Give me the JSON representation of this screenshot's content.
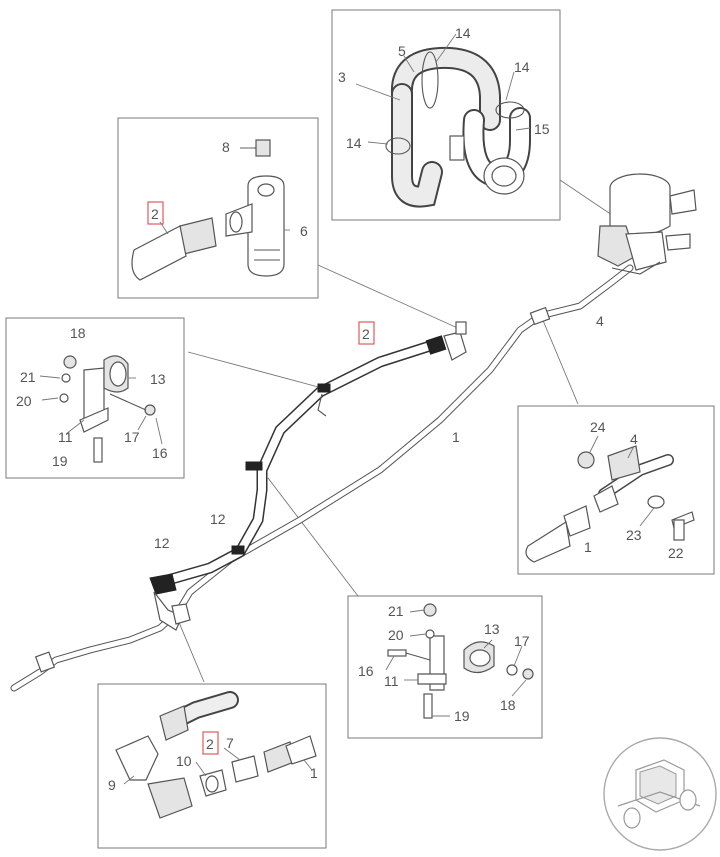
{
  "accent_color": "#e05a5a",
  "callouts": {
    "c14a": "14",
    "c5": "5",
    "c14b": "14",
    "c3": "3",
    "c14c": "14",
    "c15": "15",
    "c8": "8",
    "c2_top": "2",
    "c6": "6",
    "c2_main": "2",
    "c4_top": "4",
    "c18a": "18",
    "c21a": "21",
    "c13a": "13",
    "c20a": "20",
    "c11a": "11",
    "c17a": "17",
    "c16a": "16",
    "c19a": "19",
    "c1_main": "1",
    "c24": "24",
    "c4_box": "4",
    "c23": "23",
    "c22": "22",
    "c1_box": "1",
    "c12a": "12",
    "c12b": "12",
    "c21b": "21",
    "c20b": "20",
    "c13b": "13",
    "c17b": "17",
    "c16b": "16",
    "c11b": "11",
    "c18b": "18",
    "c19b": "19",
    "c2_bottom": "2",
    "c7": "7",
    "c10": "10",
    "c9": "9",
    "c1_bottom": "1"
  },
  "icons": {
    "vehicle_locator": "vehicle-locator-icon"
  }
}
